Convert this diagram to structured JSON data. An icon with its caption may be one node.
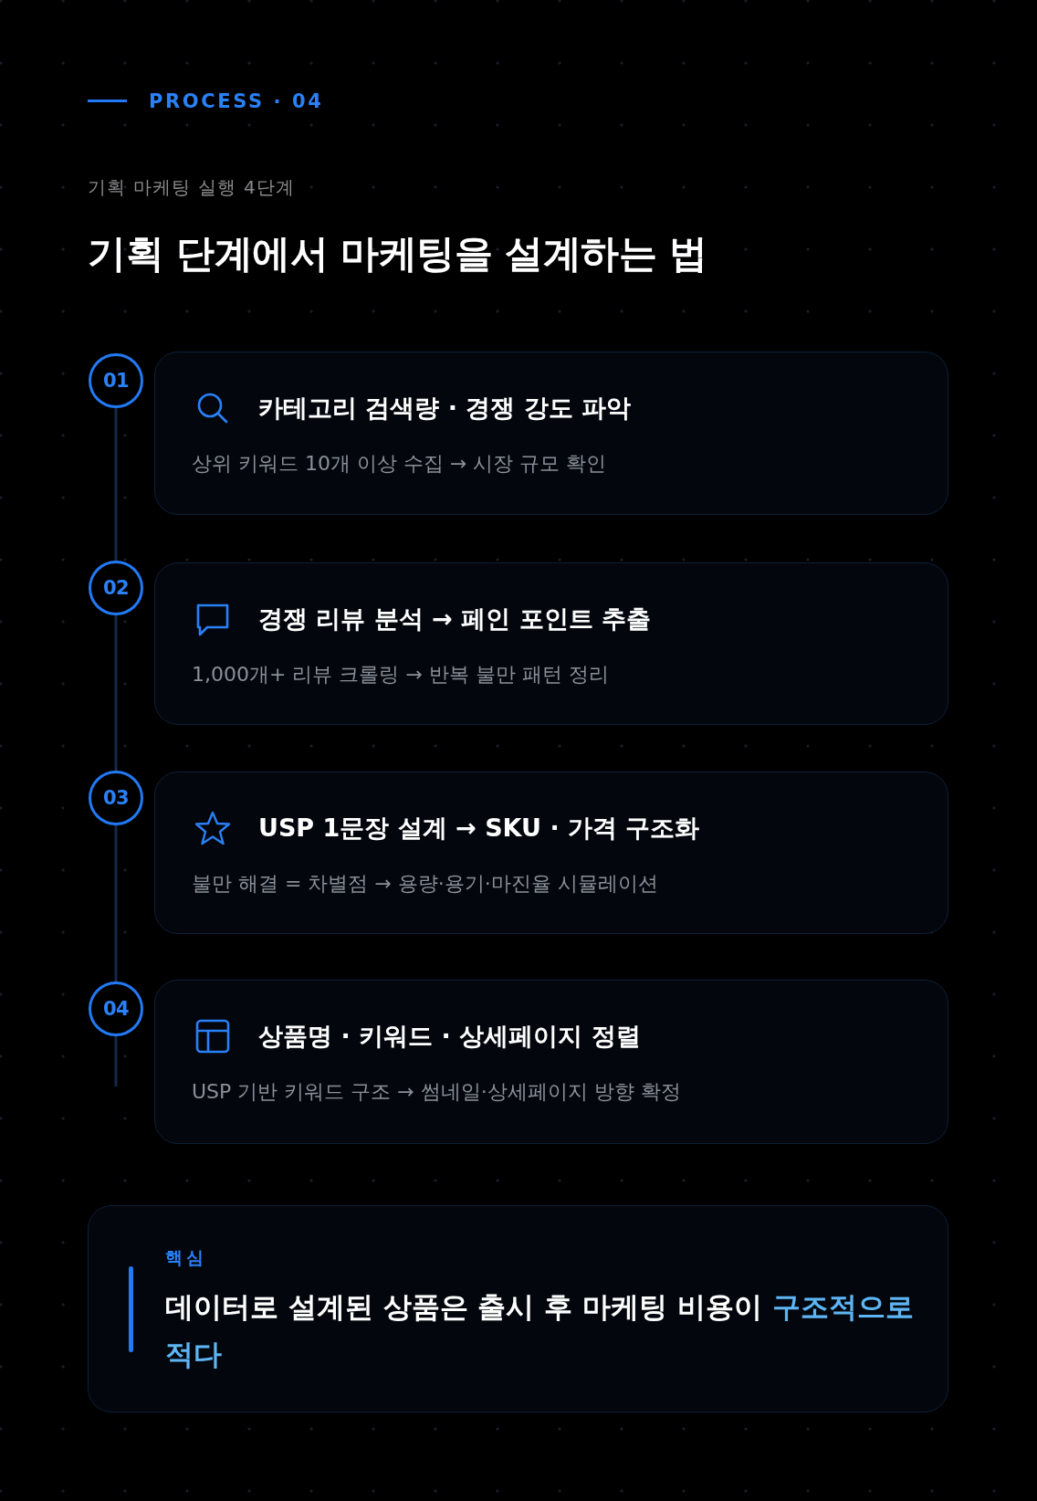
{
  "diagram": {
    "title": "기획 단계에서 마케팅을 설계하는 법",
    "nodes": [
      {
        "text": [
          "01"
        ]
      },
      {
        "text": [
          "카테고리 검색량 · 경쟁 강도 파악",
          "상위 키워드 10개 이상 수집 → 시장 규모 확인"
        ]
      },
      {
        "text": [
          "02"
        ]
      },
      {
        "text": [
          "경쟁 리뷰 분석 → 페인 포인트 추출",
          "1,000개+ 리뷰 크롤링 → 반복 불만 패턴 정리"
        ]
      },
      {
        "text": [
          "03"
        ]
      },
      {
        "text": [
          "USP 1문장 설계 → SKU · 가격 구조화",
          "불만 해결 = 차별점 → 용량·용기·마진율 시뮬레이션"
        ]
      },
      {
        "text": [
          "04"
        ]
      },
      {
        "text": [
          "상품명 · 키워드 · 상세페이지 정렬",
          "USP 기반 키워드 구조 → 썸네일·상세페이지 방향 확정"
        ]
      },
      {
        "text": [
          "핵심",
          "데이터로 설계된 상품은 출시 후 마케팅 비용이 **구조적으로 적다**"
        ]
      }
    ],
    "edges": [
      {
        "from": 0,
        "to": 2,
        "arrow": "none"
      },
      {
        "from": 2,
        "to": 4,
        "arrow": "none"
      },
      {
        "from": 4,
        "to": 6,
        "arrow": "none"
      },
      {
        "from": 6,
        "to": null,
        "arrow": "none"
      }
    ],
    "labels": [
      "PROCESS · 04",
      "기획 마케팅 실행 4단계"
    ]
  }
}
